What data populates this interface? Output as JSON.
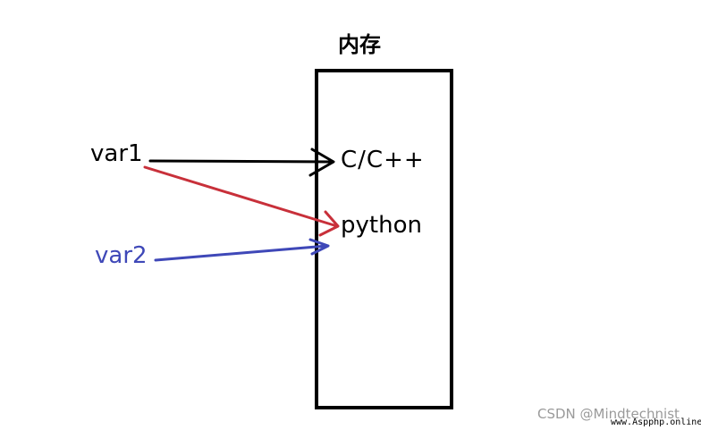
{
  "diagram": {
    "memory": {
      "title": "内存",
      "entries": {
        "cpp": "C/C++",
        "python": "python"
      }
    },
    "variables": {
      "var1": "var1",
      "var2": "var2"
    },
    "references": [
      {
        "from": "var1",
        "to": "cpp",
        "color": "#000000"
      },
      {
        "from": "var1",
        "to": "python",
        "color": "#c8303a"
      },
      {
        "from": "var2",
        "to": "python",
        "color": "#3f48b8"
      }
    ],
    "colors": {
      "var1": "#000000",
      "var2": "#3f48b8",
      "box": "#000000"
    }
  },
  "watermark": {
    "text": "CSDN @Mindtechnist",
    "site": "www.Aspphp.online"
  }
}
